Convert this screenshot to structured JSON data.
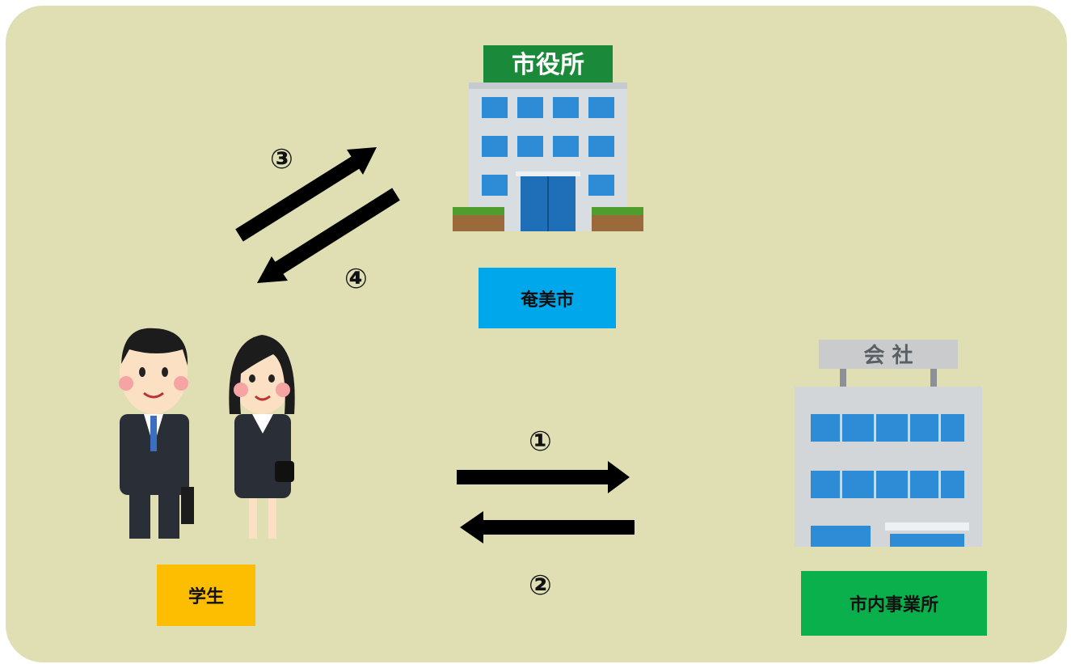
{
  "colors": {
    "panel_bg": "#dfdfb3",
    "arrow": "#000000",
    "city_label_bg": "#00a7ea",
    "student_label_bg": "#fdbd00",
    "business_label_bg": "#0ab04c",
    "cityhall_sign_bg": "#1a8a3a",
    "company_sign_bg": "#c9cbcc"
  },
  "city_hall": {
    "icon": "city-hall-building-icon",
    "sign_text": "市役所",
    "label": "奄美市"
  },
  "company": {
    "icon": "company-building-icon",
    "sign_text": "会 社",
    "label": "市内事業所"
  },
  "students": {
    "icon": "students-in-suits-icon",
    "label": "学生"
  },
  "steps": {
    "s1": "①",
    "s2": "②",
    "s3": "③",
    "s4": "④"
  }
}
